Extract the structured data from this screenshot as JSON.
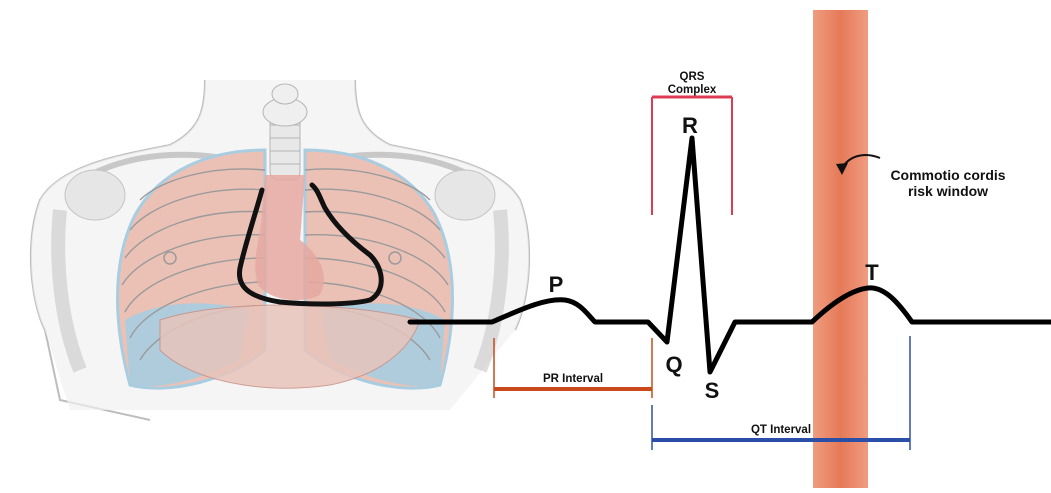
{
  "labels": {
    "p": "P",
    "q": "Q",
    "r": "R",
    "s": "S",
    "t": "T",
    "qrs_line1": "QRS",
    "qrs_line2": "Complex",
    "pr_interval": "PR Interval",
    "qt_interval": "QT Interval",
    "risk_line1": "Commotio cordis",
    "risk_line2": "risk window"
  },
  "colors": {
    "pr_bracket": "#c84a1a",
    "qrs_bracket": "#e03b55",
    "qt_bracket": "#2a4fa8",
    "risk_band": "#e9805f",
    "ecg_line": "#000000",
    "lung_blue": "#a9cde0",
    "heart_pink": "#e9b7aa"
  }
}
